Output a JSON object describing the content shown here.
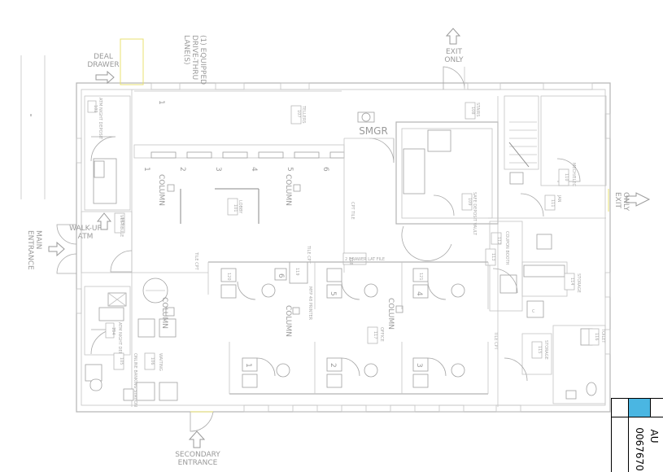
{
  "labels": {
    "deal_drawer_1": "DEAL",
    "deal_drawer_2": "DRAWER",
    "drive_thru_1": "(1) EQUIPPED",
    "drive_thru_2": "DRIVE-THRU",
    "drive_thru_3": "LANE(S)",
    "exit_top_1": "EXIT",
    "exit_top_2": "ONLY",
    "exit_right_1": "EXIT",
    "exit_right_2": "ONLY",
    "smgr": "SMGR",
    "walk_up_1": "WALK-UP",
    "walk_up_2": "ATM",
    "main_entrance_1": "MAIN",
    "main_entrance_2": "ENTRANCE",
    "secondary_entrance_1": "SECONDARY",
    "secondary_entrance_2": "ENTRANCE",
    "column": "COLUMN",
    "tellers": "TELLERS",
    "lobby": "LOBBY",
    "vestibule": "VESTIBULE",
    "atm_night_depository": "ATM NIGHT DEPOSIT",
    "atm_night_depository_2": "ATM NIGHT DEPOSIT",
    "online_banking": "ONLINE BANKING STATION",
    "waiting": "WAITING",
    "cpt_tile": "CPT TILE",
    "tile_cpt_1": "TILE CPT",
    "tile_cpt_2": "TILE CPT",
    "tile_cpt_3": "TILE CPT",
    "lat_file": "2 DRAWER LAT FILE",
    "mfp": "MFP 48 PRINTER",
    "office": "OFFICE",
    "safe_deposit_vault": "SAFE DEPOSIT VAULT",
    "stairs": "STAIRS",
    "mech_elec": "MECH/ELEC",
    "janitor": "JAN",
    "storage": "STORAGE",
    "storage_2": "STORAGE",
    "toilet": "TOILET",
    "coupon_booth": "COUPON BOOTH",
    "teller_numbers": [
      "1",
      "2",
      "3",
      "4",
      "5",
      "6"
    ],
    "office_numbers": [
      "1",
      "2",
      "3",
      "4",
      "5",
      "6"
    ],
    "room_tags": [
      "107",
      "101",
      "102",
      "103",
      "104",
      "105",
      "106",
      "108",
      "109",
      "110",
      "111",
      "112",
      "113",
      "114",
      "115",
      "116",
      "117",
      "118",
      "119",
      "120",
      "121"
    ]
  },
  "title_block": {
    "code": "AU",
    "number": "0067670"
  },
  "colors": {
    "title_accent": "#4ab6e2",
    "linework": "#b4b4b4",
    "highlight": "#e8e070"
  }
}
